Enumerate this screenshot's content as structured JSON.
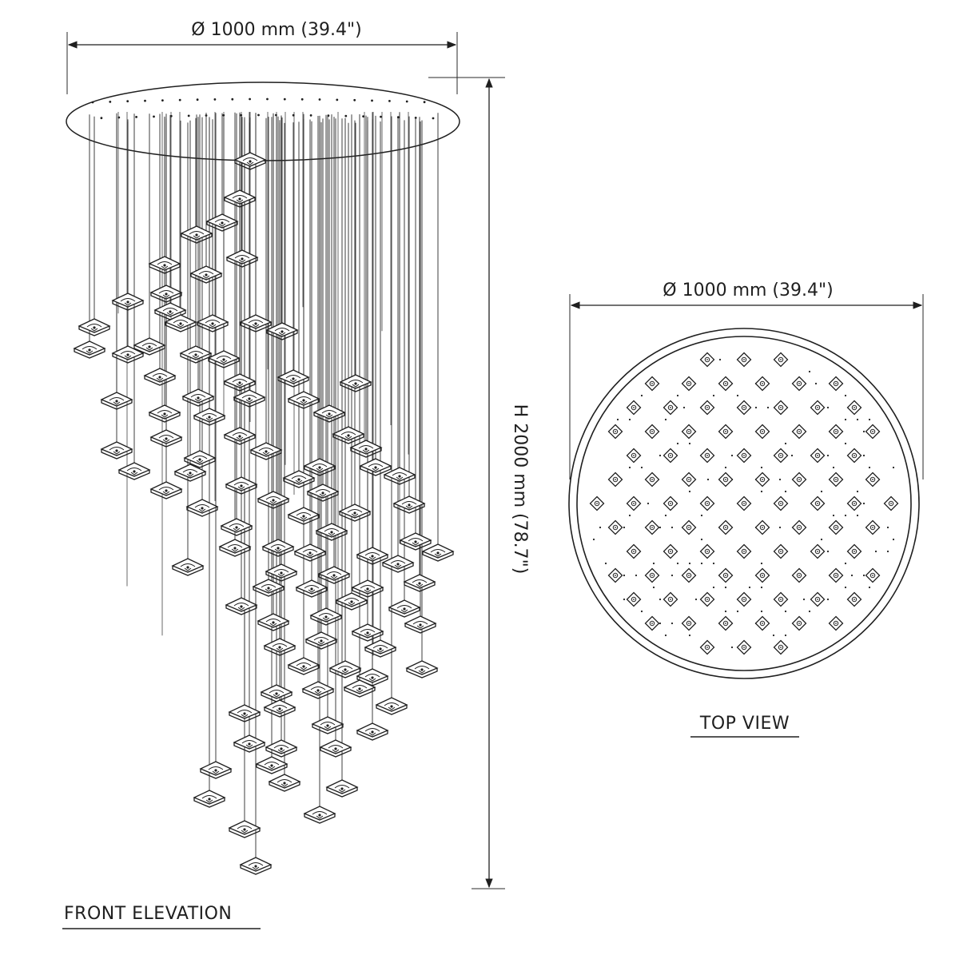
{
  "front_elevation": {
    "width_label": "Ø 1000 mm (39.4\")",
    "height_label": "H 2000 mm (78.7\")",
    "title": "FRONT ELEVATION"
  },
  "top_view": {
    "width_label": "Ø 1000 mm (39.4\")",
    "title": "TOP VIEW"
  },
  "colors": {
    "ink": "#1f1f1f",
    "paper": "#ffffff"
  }
}
